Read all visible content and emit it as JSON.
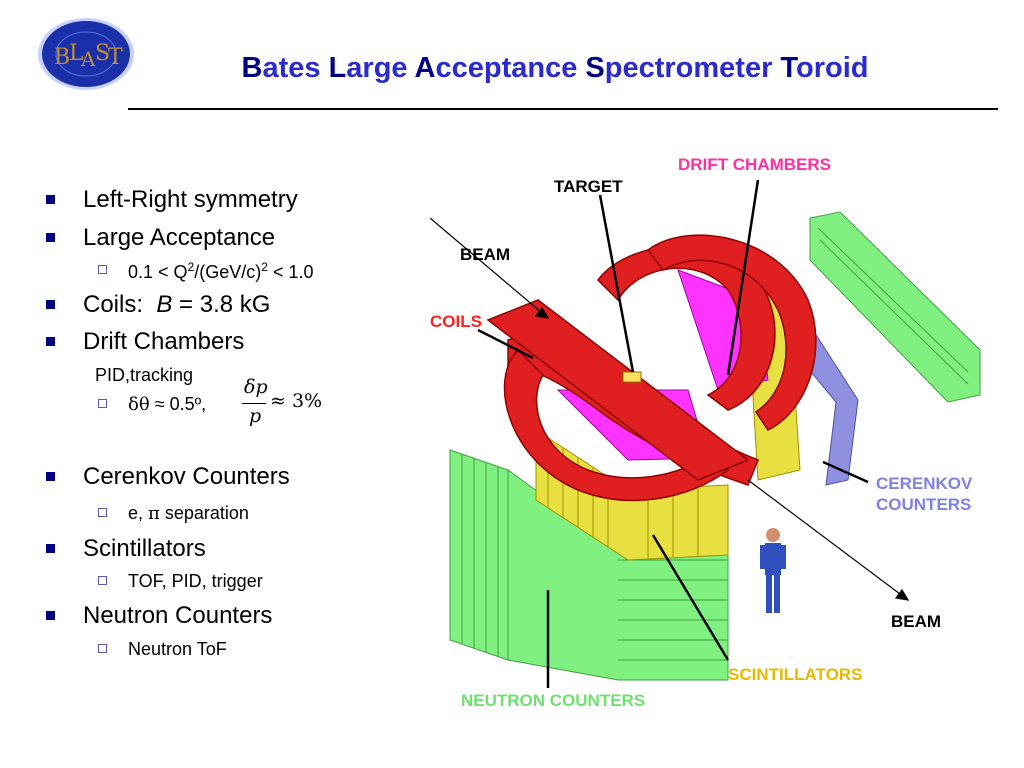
{
  "logo": {
    "text": "BLAST",
    "letters": [
      "B",
      "L",
      "A",
      "S",
      "T"
    ],
    "colors": {
      "fill": "#1a2fa8",
      "ring": "#c8d0ff",
      "letters": "#c09030"
    }
  },
  "header": {
    "title_parts": [
      {
        "cap": "B",
        "rest": "ates "
      },
      {
        "cap": "L",
        "rest": "arge "
      },
      {
        "cap": "A",
        "rest": "cceptance "
      },
      {
        "cap": "S",
        "rest": "pectrometer "
      },
      {
        "cap": "T",
        "rest": "oroid"
      }
    ],
    "colors": {
      "title": "#1f1fc4"
    }
  },
  "bullets": {
    "left_right": "Left-Right symmetry",
    "large_acceptance": "Large Acceptance",
    "q2_range": {
      "pre": "0.1 < Q",
      "sup1": "2",
      "mid": "/(GeV/c)",
      "sup2": "2",
      "post": " < 1.0"
    },
    "coils": {
      "pre": "Coils:  ",
      "var": "B",
      "post": " = 3.8 kG"
    },
    "drift_chambers": "Drift Chambers",
    "pid_tracking": "PID,tracking",
    "resolution": {
      "symbol": "δθ",
      "text": " ≈ 0.5º,",
      "frac_num": "δp",
      "frac_den": "p",
      "frac_tail": "≈ 3%"
    },
    "cerenkov": "Cerenkov Counters",
    "separation": {
      "pre": "e, ",
      "pi": "π",
      "post": " separation"
    },
    "scintillators": "Scintillators",
    "tof": "TOF, PID, trigger",
    "neutron_counters": "Neutron Counters",
    "neutron_tof": "Neutron ToF"
  },
  "figure": {
    "labels": {
      "drift_chambers": "DRIFT CHAMBERS",
      "target": "TARGET",
      "beam_in": "BEAM",
      "coils": "COILS",
      "cerenkov_1": "CERENKOV",
      "cerenkov_2": "COUNTERS",
      "beam_out": "BEAM",
      "scintillators": "SCINTILLATORS",
      "neutron_counters": "NEUTRON COUNTERS"
    },
    "colors": {
      "coils": "#e02020",
      "drift_chambers": "#ff33ff",
      "scintillators": "#e8e040",
      "cerenkov": "#9090e0",
      "neutron": "#80f080",
      "label_pink": "#ff2fa0",
      "label_red": "#ff2020",
      "label_blue": "#8080e0",
      "label_yellow": "#e8b800",
      "label_green": "#70e070"
    }
  }
}
